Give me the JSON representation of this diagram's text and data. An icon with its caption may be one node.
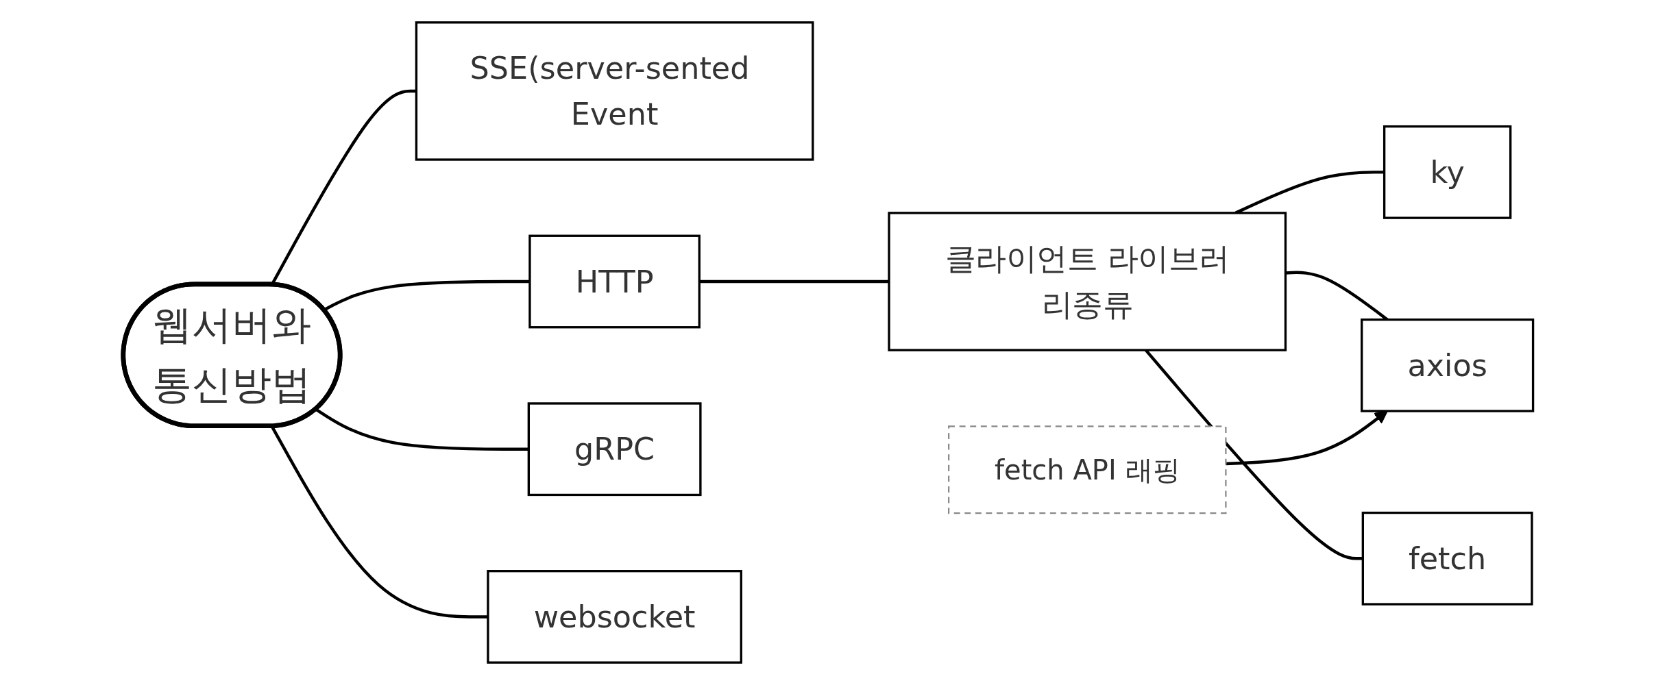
{
  "diagram": {
    "nodes": [
      {
        "text": [
          "웹서버와",
          "통신방법"
        ]
      },
      {
        "text": [
          "SSE(server-sented Event"
        ]
      },
      {
        "text": [
          "HTTP"
        ]
      },
      {
        "text": [
          "gRPC"
        ]
      },
      {
        "text": [
          "websocket"
        ]
      },
      {
        "text": [
          "클라이언트 라이브러리종류"
        ]
      },
      {
        "text": [
          "ky"
        ]
      },
      {
        "text": [
          "axios"
        ]
      },
      {
        "text": [
          "fetch"
        ]
      },
      {
        "text": [
          "fetch API 래핑"
        ]
      }
    ],
    "edges": [
      {
        "from": 0,
        "to": 1,
        "arrow": "none"
      },
      {
        "from": 0,
        "to": 2,
        "arrow": "none"
      },
      {
        "from": 0,
        "to": 3,
        "arrow": "none"
      },
      {
        "from": 0,
        "to": 4,
        "arrow": "none"
      },
      {
        "from": 2,
        "to": 5,
        "arrow": "none"
      },
      {
        "from": 5,
        "to": 6,
        "arrow": "none"
      },
      {
        "from": 5,
        "to": 7,
        "arrow": "none"
      },
      {
        "from": 5,
        "to": 8,
        "arrow": "none"
      },
      {
        "from": 9,
        "to": 7,
        "arrow": "to"
      }
    ]
  }
}
